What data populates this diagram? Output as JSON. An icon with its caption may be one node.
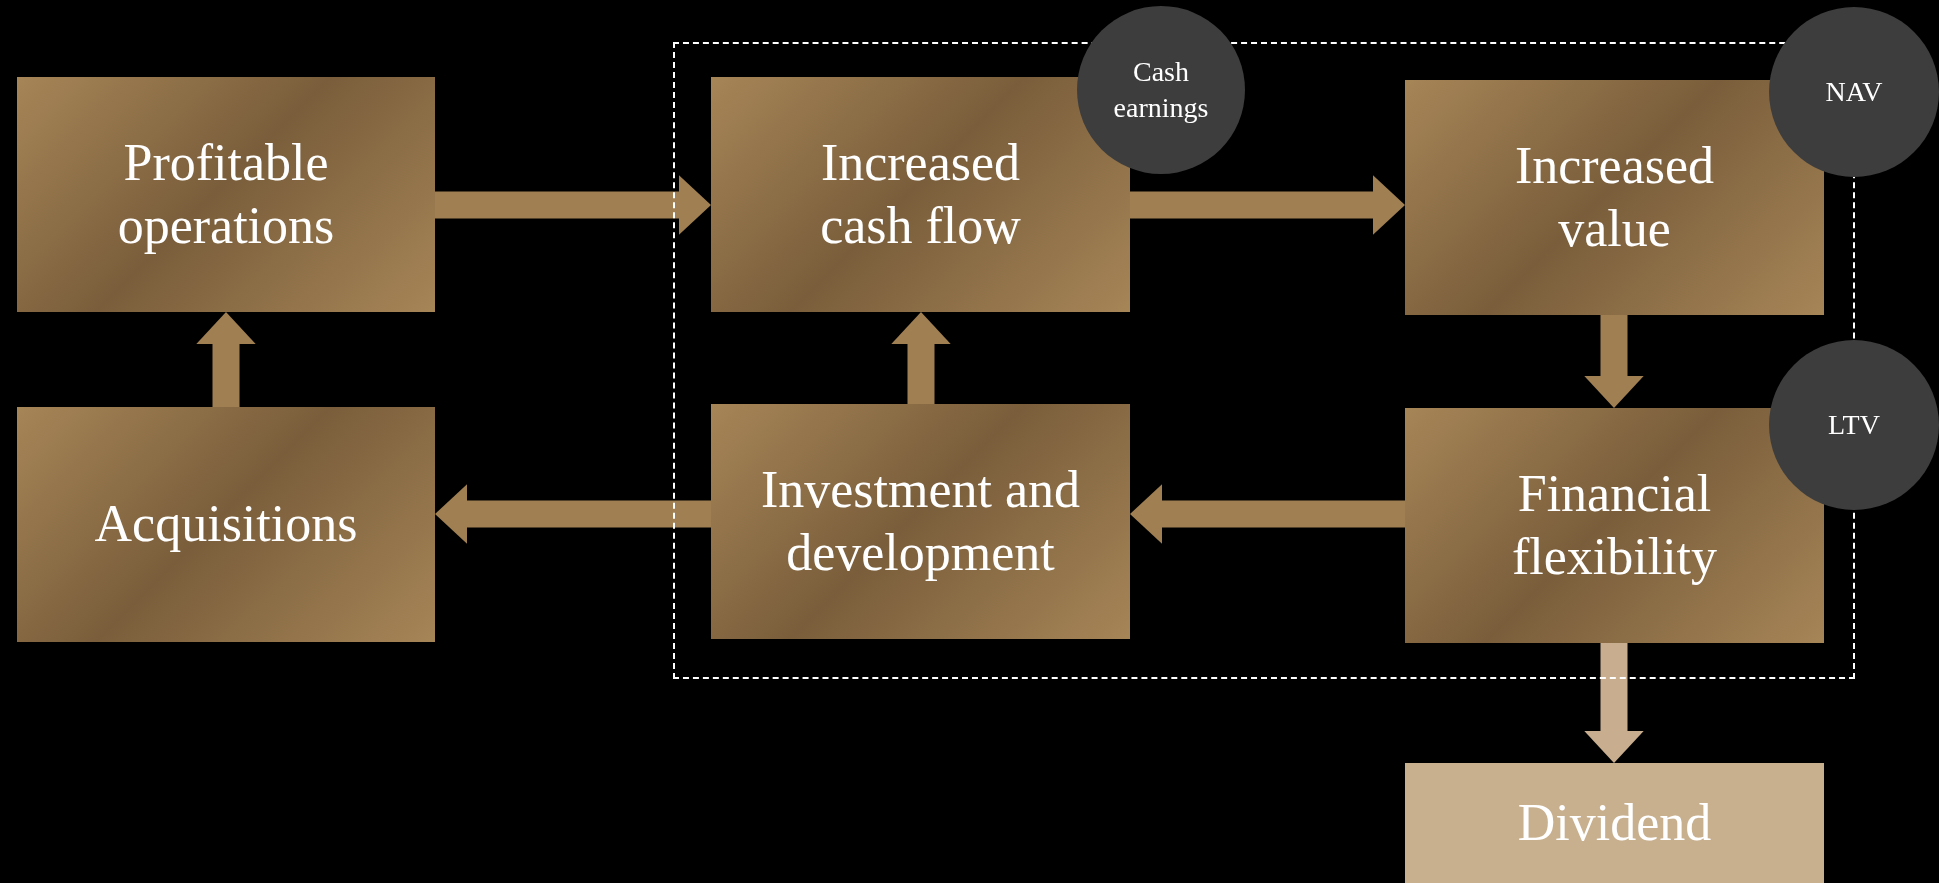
{
  "diagram": {
    "nodes": [
      {
        "text": [],
        "shape": "box"
      },
      {
        "text": [
          "Profitable operations"
        ]
      },
      {
        "text": [
          "Increased cash flow"
        ],
        "in": 0
      },
      {
        "text": [
          "Cash earnings"
        ]
      },
      {
        "text": [
          "Increased value"
        ],
        "in": 0
      },
      {
        "text": [
          "NAV"
        ]
      },
      {
        "text": [
          "Acquisitions"
        ]
      },
      {
        "text": [
          "Investment and development"
        ],
        "in": 0
      },
      {
        "text": [
          "LTV"
        ]
      },
      {
        "text": [
          "Financial flexibility"
        ],
        "in": 0
      },
      {
        "text": [
          "Dividend"
        ]
      }
    ],
    "edges": [
      {
        "from": 1,
        "to": 2,
        "arrow": "to"
      },
      {
        "from": 6,
        "to": 1,
        "arrow": "to"
      },
      {
        "from": 7,
        "to": 2,
        "arrow": "to"
      },
      {
        "from": 2,
        "to": 4,
        "arrow": "to"
      },
      {
        "from": 4,
        "to": 9,
        "arrow": "to"
      },
      {
        "from": 9,
        "to": 7,
        "arrow": "to"
      },
      {
        "from": 7,
        "to": 6,
        "arrow": "to"
      },
      {
        "from": 9,
        "to": 10,
        "arrow": "to",
        "color": "#c8ae8e"
      }
    ]
  }
}
